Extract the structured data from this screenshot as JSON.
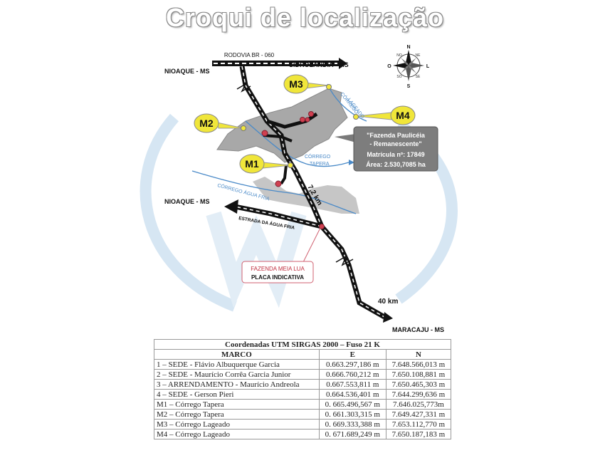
{
  "title": "Croqui de localização",
  "map": {
    "road_label": "RODOVIA BR - 060",
    "places": {
      "nioaque_top": "NIOAQUE - MS",
      "sidrolandia": "SIDROLÂNDIA - MS",
      "nioaque_mid": "NIOAQUE - MS",
      "maracaju": "MARACAJU - MS"
    },
    "streams": {
      "lageado_1": "CÓRREGO",
      "lageado_2": "LAGEADO",
      "tapera_1": "CÓRREGO",
      "tapera_2": "TAPERA",
      "agua_fria": "CÓRREGO   ÁGUA  FRIA"
    },
    "estrada": "ESTRADA DA ÁGUA FRIA",
    "distances": {
      "d1": "7,2 km",
      "d2": "40 km"
    },
    "markers": [
      "M1",
      "M2",
      "M3",
      "M4"
    ],
    "farm_box": {
      "line1": "\"Fazenda Paulicéia",
      "line2": "- Remanescente\"",
      "line3": "Matrícula nº: 17849",
      "line4": "Área: 2.530,7085  ha"
    },
    "placa": {
      "line1": "FAZENDA  MEIA LUA",
      "line2": "PLACA INDICATIVA"
    },
    "compass": {
      "n": "N",
      "s": "S",
      "l": "L",
      "o": "O",
      "ne": "NE",
      "no": "NO",
      "se": "SE",
      "so": "SO"
    },
    "colors": {
      "marker": "#f0e63a",
      "farm": "#a8a8a8",
      "stream": "#4a8ac8",
      "watermark": "#d6e6f3"
    }
  },
  "table": {
    "caption": "Coordenadas UTM SIRGAS 2000 – Fuso 21 K",
    "headers": [
      "MARCO",
      "E",
      "N"
    ],
    "rows": [
      [
        "1 – SEDE - Flávio Albuquerque Garcia",
        "0.663.297,186 m",
        "7.648.566,013 m"
      ],
      [
        "2 – SEDE - Maurício Corrêa Garcia Junior",
        "0.666.760,212 m",
        "7.650.108,881 m"
      ],
      [
        "3 – ARRENDAMENTO - Maurício Andreola",
        "0.667.553,811 m",
        "7.650.465,303 m"
      ],
      [
        "4 – SEDE - Gerson Pieri",
        "0.664.536,401 m",
        "7.644.299,636 m"
      ],
      [
        "M1 – Córrego Tapera",
        "0. 665.496,567 m",
        "7.646.025,773m"
      ],
      [
        "M2 – Córrego Tapera",
        "0. 661.303,315 m",
        "7.649.427,331 m"
      ],
      [
        "M3 – Córrego Lageado",
        "0. 669.333,388 m",
        "7.653.112,770 m"
      ],
      [
        "M4 – Córrego Lageado",
        "0. 671.689,249 m",
        "7.650.187,183 m"
      ]
    ]
  }
}
